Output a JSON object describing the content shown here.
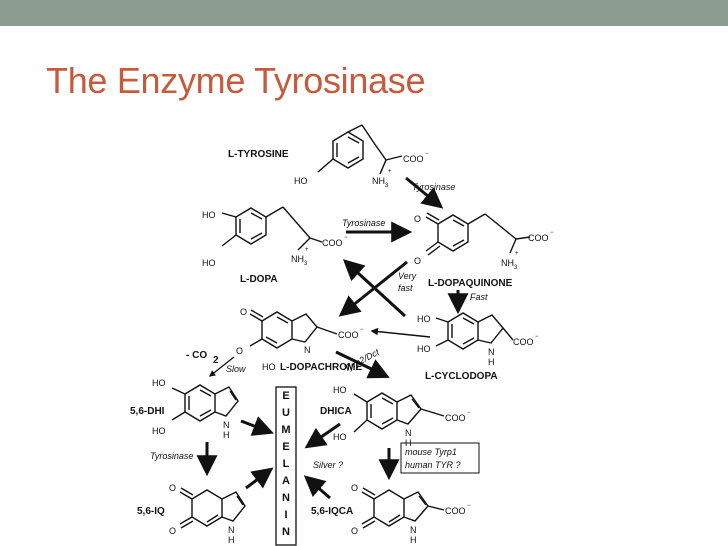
{
  "slide": {
    "title": "The Enzyme Tyrosinase"
  },
  "colors": {
    "topbar": "#8c9c91",
    "title": "#c65a3c"
  },
  "compounds": {
    "tyrosine": "L-TYROSINE",
    "dopa": "L-DOPA",
    "dopaquinone": "L-DOPAQUINONE",
    "dopachrome": "L-DOPACHROME",
    "cyclodopa": "L-CYCLODOPA",
    "dhi": "5,6-DHI",
    "iq": "5,6-IQ",
    "dhica": "DHICA",
    "iqca": "5,6-IQCA"
  },
  "arrow_labels": {
    "tyrosinase_1": "Tyrosinase",
    "tyrosinase_2": "Tyrosinase",
    "tyrosinase_3": "Tyrosinase",
    "very": "Very",
    "fast1": "fast",
    "fast2": "Fast",
    "tyrp2": "Tyrp2/Dct",
    "co2": "- CO",
    "co2_sub": "2",
    "slow": "Slow",
    "silver": "Silver ?",
    "mouse": "mouse Tyrp1",
    "human": "human TYR ?"
  },
  "atoms": {
    "coo": "COO",
    "minus": "−",
    "nh3": "NH",
    "nh3_sub": "3",
    "plus": "+",
    "ho": "HO",
    "o": "O",
    "n": "N",
    "h": "H"
  },
  "eumelanin": [
    "E",
    "U",
    "M",
    "E",
    "L",
    "A",
    "N",
    "I",
    "N"
  ]
}
